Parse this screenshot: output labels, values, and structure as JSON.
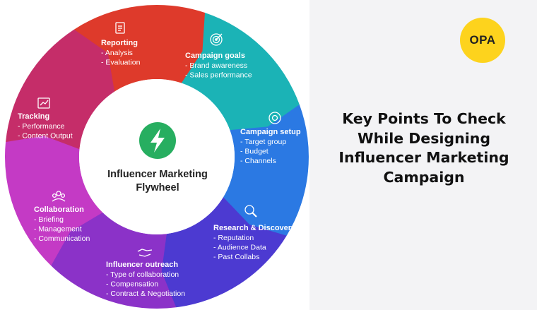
{
  "center": {
    "title_lines": [
      "Influencer Marketing",
      "Flywheel"
    ]
  },
  "segments": [
    {
      "id": "reporting",
      "title": "Reporting",
      "items": [
        "- Analysis",
        "- Evaluation"
      ],
      "color": "#de3a2b",
      "icon": "report-icon"
    },
    {
      "id": "campaign-goals",
      "title": "Campaign goals",
      "items": [
        "- Brand awareness",
        "- Sales performance"
      ],
      "color": "#1bb3b6",
      "icon": "target-icon"
    },
    {
      "id": "campaign-setup",
      "title": "Campaign setup",
      "items": [
        "- Target group",
        "- Budget",
        "- Channels"
      ],
      "color": "#2b79e3",
      "icon": "gear-icon"
    },
    {
      "id": "research",
      "title": "Research & Discovery",
      "items": [
        "- Reputation",
        "- Audience Data",
        "- Past Collabs"
      ],
      "color": "#4c3ad1",
      "icon": "magnifier-icon"
    },
    {
      "id": "outreach",
      "title": "Influencer outreach",
      "items": [
        "- Type of collaboration",
        "- Compensation",
        "- Contract & Negotiation"
      ],
      "color": "#8b32c8",
      "icon": "handshake-icon"
    },
    {
      "id": "collaboration",
      "title": "Collaboration",
      "items": [
        "- Briefing",
        "- Management",
        "- Communication"
      ],
      "color": "#c43ac5",
      "icon": "team-icon"
    },
    {
      "id": "tracking",
      "title": "Tracking",
      "items": [
        "- Performance",
        "- Content Output"
      ],
      "color": "#c52d69",
      "icon": "chart-icon"
    }
  ],
  "logo": {
    "text": "OPA",
    "color": "#fdd31d"
  },
  "headline": {
    "lines": [
      "Key Points To Check",
      "While Designing",
      "Influencer Marketing",
      "Campaign"
    ]
  }
}
